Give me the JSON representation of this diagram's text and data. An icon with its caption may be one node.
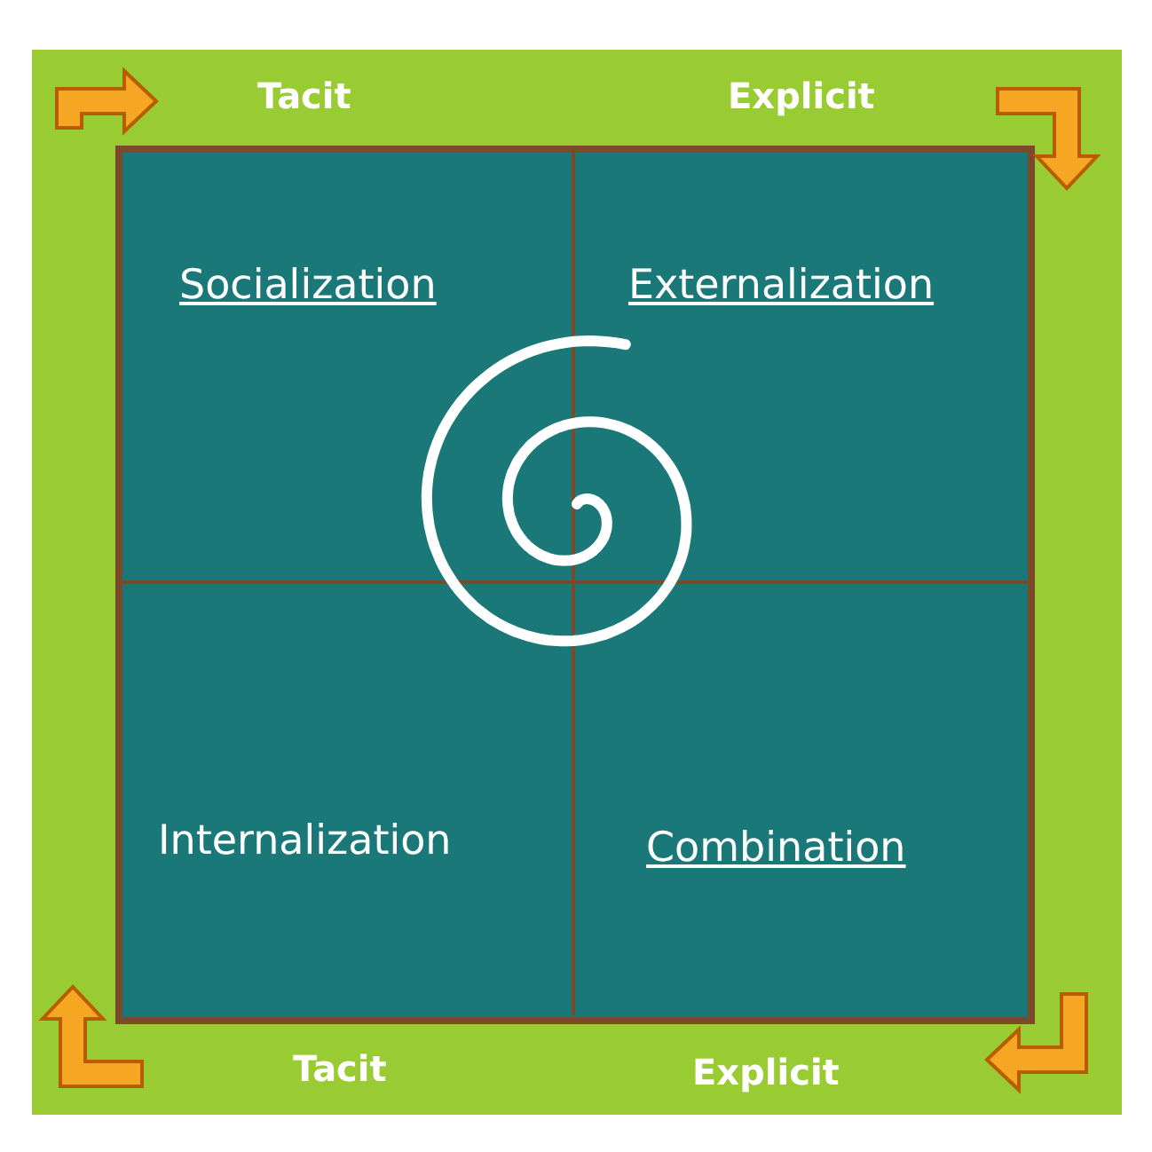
{
  "diagram": {
    "nodes": [
      {
        "text": [
          "Socialization"
        ]
      },
      {
        "text": [
          "Externalization"
        ]
      },
      {
        "text": [
          "Internalization"
        ]
      },
      {
        "text": [
          "Combination"
        ]
      }
    ],
    "edges": [],
    "labels": [
      "Tacit",
      "Explicit",
      "Tacit",
      "Explicit"
    ]
  }
}
